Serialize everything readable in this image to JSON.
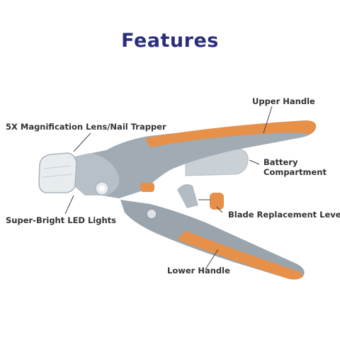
{
  "title": "Features",
  "colors": {
    "title": "#2b2f7a",
    "label": "#333333",
    "body_gray": "#9ca6ae",
    "body_light": "#c3cad0",
    "body_dark": "#7d8790",
    "accent_orange": "#e6904a",
    "leader_line": "#444444"
  },
  "labels": {
    "upper_handle": "Upper Handle",
    "magnification": "5X Magnification Lens/Nail Trapper",
    "battery_line1": "Battery",
    "battery_line2": "Compartment",
    "led_lights": "Super-Bright LED Lights",
    "blade_lever": "Blade Replacement Lever",
    "lower_handle": "Lower Handle"
  }
}
